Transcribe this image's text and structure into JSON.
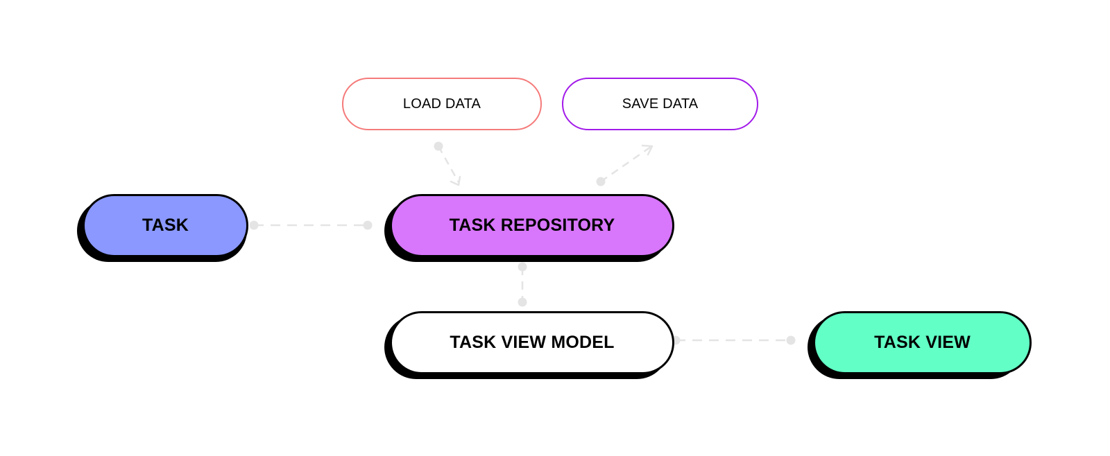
{
  "nodes": {
    "task": {
      "label": "TASK",
      "color": "#8a98ff"
    },
    "repository": {
      "label": "TASK REPOSITORY",
      "color": "#d876fc"
    },
    "view_model": {
      "label": "TASK VIEW MODEL",
      "color": "#ffffff"
    },
    "view": {
      "label": "TASK VIEW",
      "color": "#62ffc6"
    }
  },
  "actions": {
    "load": {
      "label": "LOAD DATA",
      "border_color": "#f57a7a"
    },
    "save": {
      "label": "SAVE DATA",
      "border_color": "#a21ae9"
    }
  },
  "connector_color": "#e4e4e4"
}
